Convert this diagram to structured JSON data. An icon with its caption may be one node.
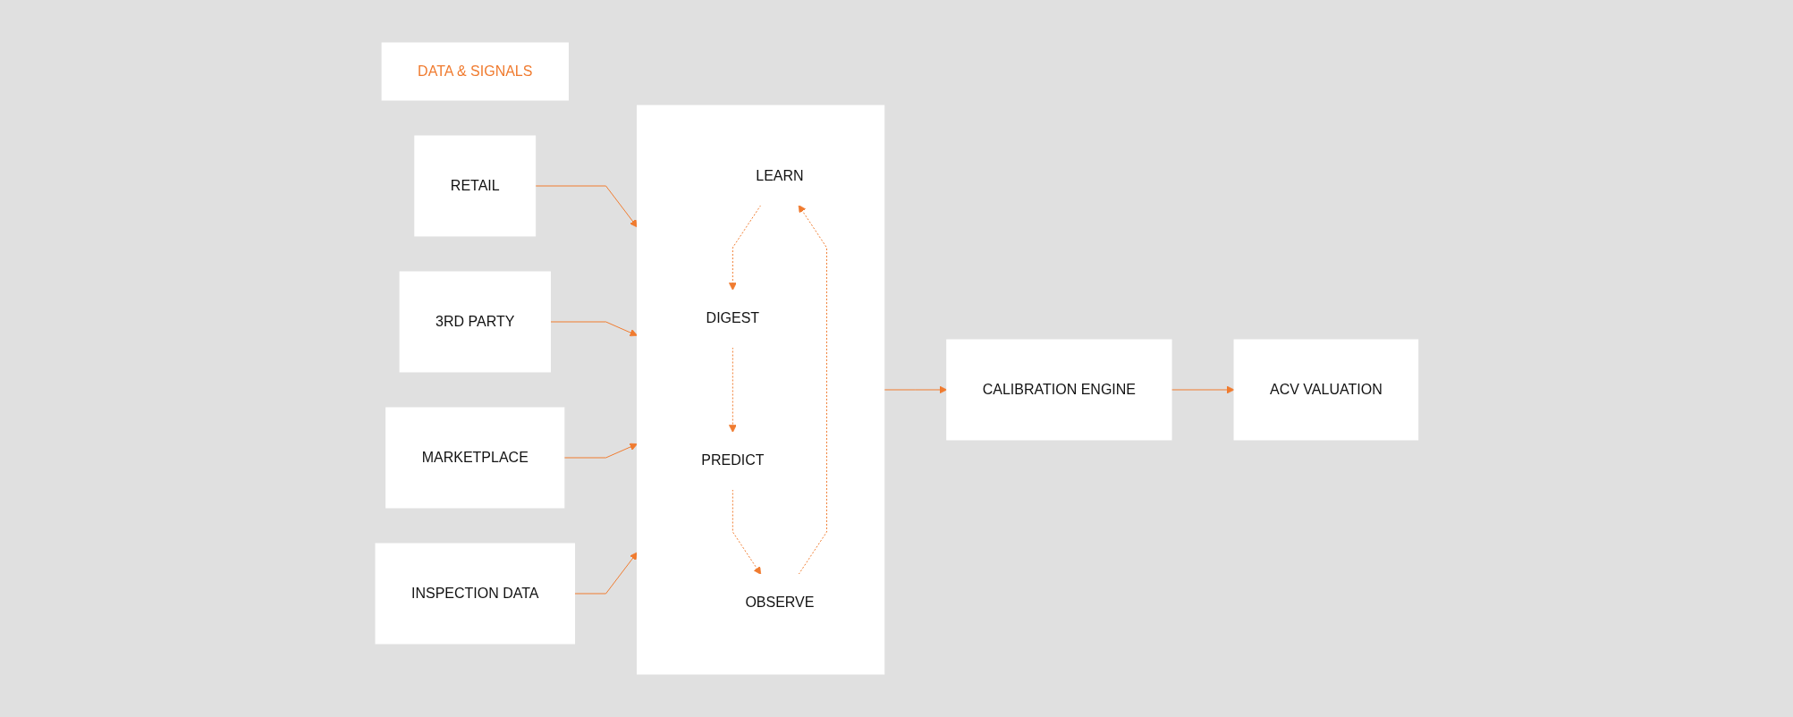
{
  "diagram": {
    "nodes": [
      {
        "text": [
          "DATA & SIGNALS"
        ]
      },
      {
        "text": [
          "RETAIL"
        ]
      },
      {
        "text": [
          "3RD PARTY"
        ]
      },
      {
        "text": [
          "MARKETPLACE"
        ]
      },
      {
        "text": [
          "INSPECTION DATA"
        ]
      },
      {
        "text": [],
        "shape": "box"
      },
      {
        "text": [
          "LEARN"
        ],
        "in": 5
      },
      {
        "text": [
          "DIGEST"
        ],
        "in": 5
      },
      {
        "text": [
          "OBSERVE"
        ],
        "in": 5
      },
      {
        "text": [
          "PREDICT"
        ],
        "in": 5
      },
      {
        "text": [
          "CALIBRATION ENGINE"
        ]
      },
      {
        "text": [
          "ACV VALUATION"
        ]
      }
    ],
    "edges": [
      {
        "from": 1,
        "to": 5,
        "arrow": "to"
      },
      {
        "from": 2,
        "to": 5,
        "arrow": "to"
      },
      {
        "from": 3,
        "to": 5,
        "arrow": "to"
      },
      {
        "from": 4,
        "to": 5,
        "arrow": "to"
      },
      {
        "from": 5,
        "to": 10,
        "arrow": "to"
      },
      {
        "from": 10,
        "to": 11,
        "arrow": "to"
      },
      {
        "from": 6,
        "to": 7,
        "arrow": "to",
        "style": "dashed"
      },
      {
        "from": 7,
        "to": 9,
        "arrow": "to",
        "style": "dashed"
      },
      {
        "from": 9,
        "to": 8,
        "arrow": "to",
        "style": "dashed"
      },
      {
        "from": 8,
        "to": 6,
        "arrow": "to",
        "style": "dashed"
      }
    ]
  }
}
